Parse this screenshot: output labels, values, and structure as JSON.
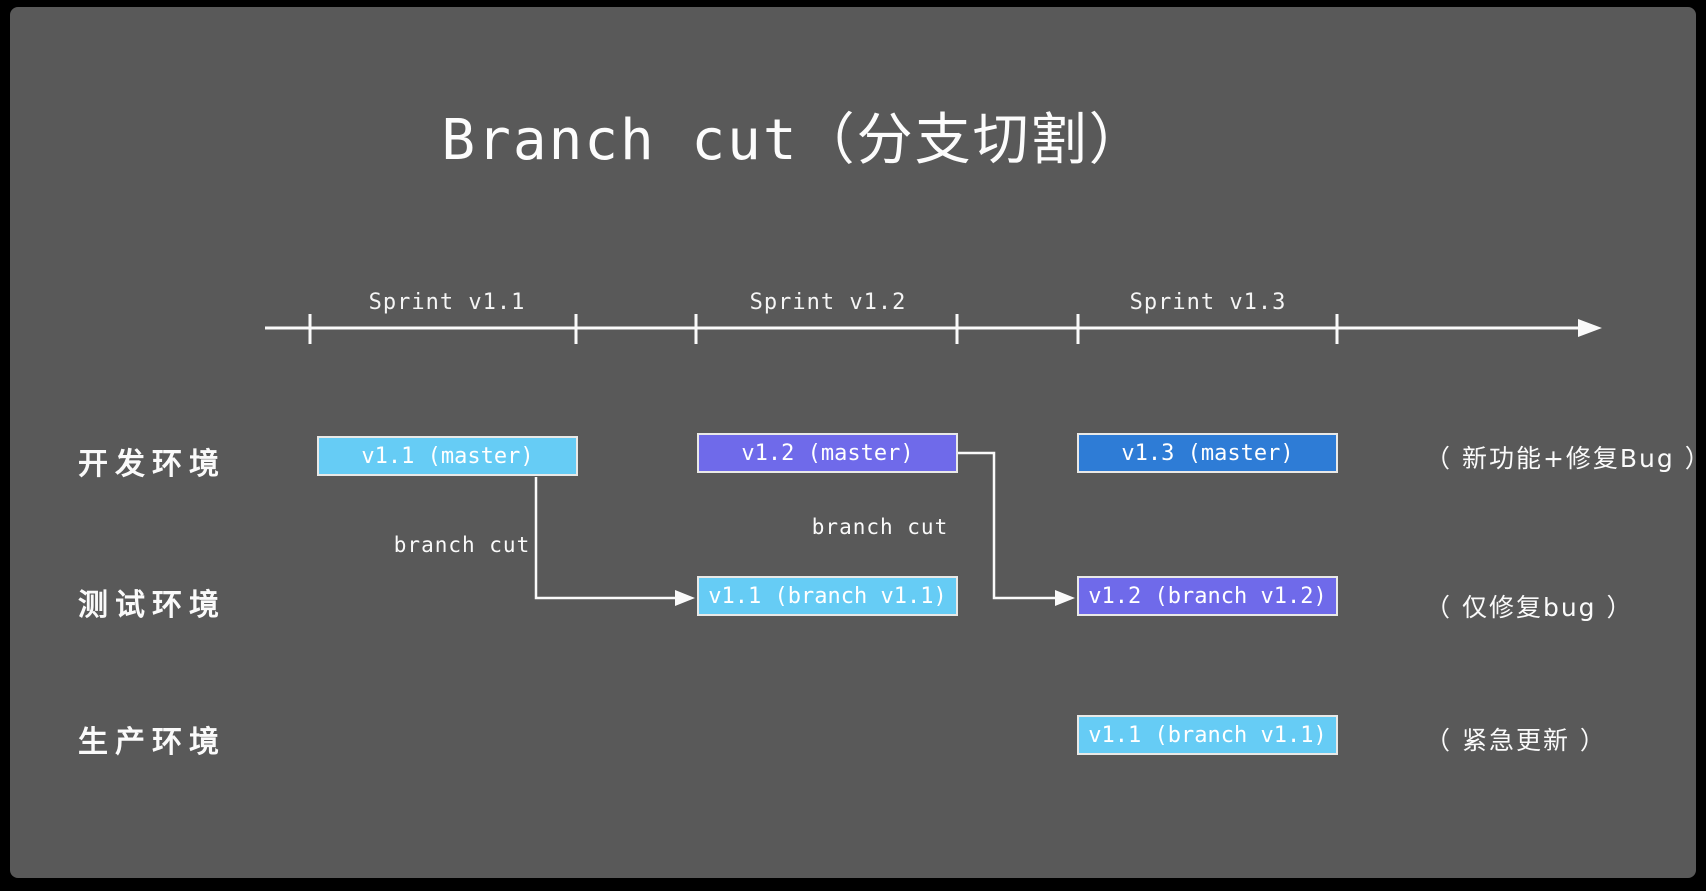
{
  "title": "Branch cut（分支切割）",
  "timeline": {
    "sprints": [
      "Sprint v1.1",
      "Sprint v1.2",
      "Sprint v1.3"
    ]
  },
  "environments": [
    {
      "label": "开发环境",
      "annotation": "（ 新功能+修复Bug ）"
    },
    {
      "label": "测试环境",
      "annotation": "（ 仅修复bug ）"
    },
    {
      "label": "生产环境",
      "annotation": "（ 紧急更新 ）"
    }
  ],
  "boxes": {
    "dev_v11": "v1.1 (master)",
    "dev_v12": "v1.2 (master)",
    "dev_v13": "v1.3 (master)",
    "test_v11": "v1.1 (branch v1.1)",
    "test_v12": "v1.2 (branch v1.2)",
    "prod_v11": "v1.1 (branch v1.1)"
  },
  "arrows": {
    "cut1_label": "branch cut",
    "cut2_label": "branch cut"
  },
  "colors": {
    "background": "#595959",
    "frame": "#000000",
    "stroke": "#fafafa",
    "box_skyblue": "#66ccf5",
    "box_purple": "#6f6aea",
    "box_blue": "#2e7cd6",
    "box_border": "#e9e9e7"
  }
}
